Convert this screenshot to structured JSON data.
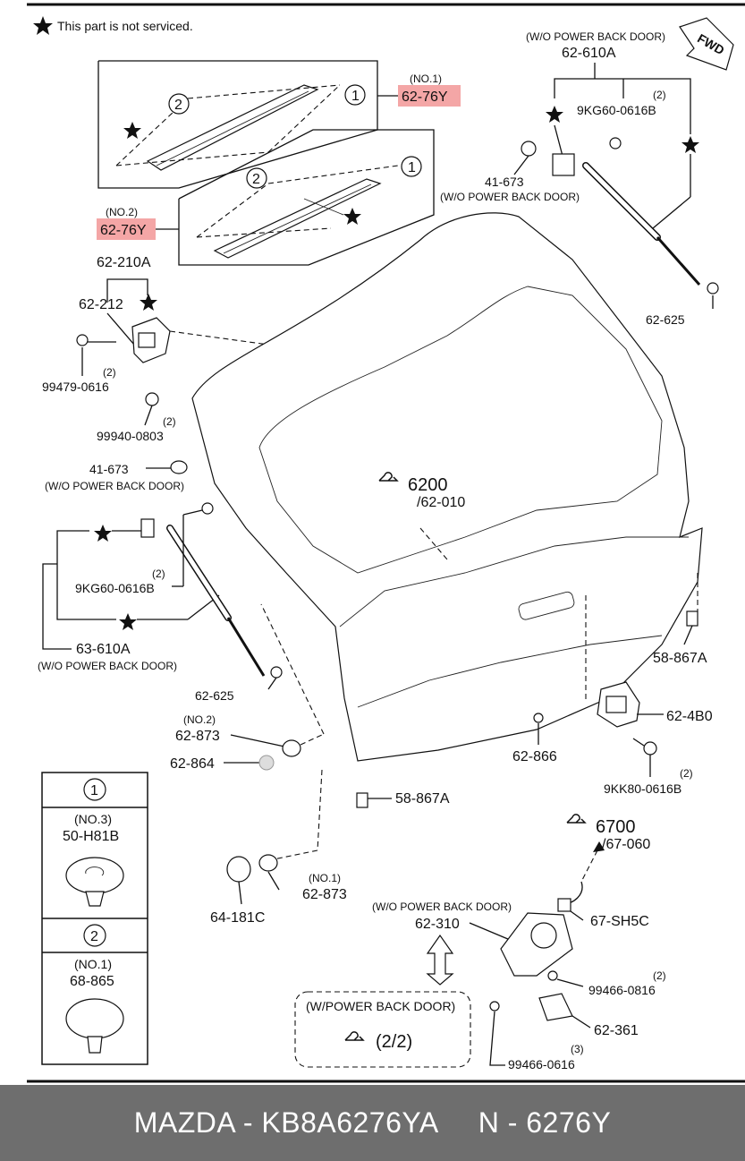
{
  "header": {
    "legend_note": "This part is not serviced."
  },
  "fwd_label": "FWD",
  "callouts": {
    "no1_label": "(NO.1)",
    "no1_part": "62-76Y",
    "no2_label": "(NO.2)",
    "no2_part": "62-76Y",
    "circle1": "1",
    "circle2": "2",
    "wo_power_top": "(W/O POWER BACK DOOR)",
    "p_62_610A": "62-610A",
    "qty2_top": "(2)",
    "p_9KG60_top": "9KG60-0616B",
    "p_41_673_top": "41-673",
    "wo_power_41": "(W/O POWER BACK DOOR)",
    "p_62_625_right": "62-625",
    "p_62_210A": "62-210A",
    "p_62_212": "62-212",
    "qty2_99479": "(2)",
    "p_99479": "99479-0616",
    "qty2_99940": "(2)",
    "p_99940": "99940-0803",
    "p_41_673_left": "41-673",
    "wo_power_41_left": "(W/O POWER BACK DOOR)",
    "ref_6200": "6200",
    "ref_62_010": "/62-010",
    "qty2_left": "(2)",
    "p_9KG60_left": "9KG60-0616B",
    "p_63_610A": "63-610A",
    "wo_power_63": "(W/O POWER BACK DOOR)",
    "p_62_625_left": "62-625",
    "no2_873": "(NO.2)",
    "p_62_873_a": "62-873",
    "p_62_864": "62-864",
    "p_58_867A_right": "58-867A",
    "p_62_4B0": "62-4B0",
    "p_62_866": "62-866",
    "qty2_9KK": "(2)",
    "p_9KK80": "9KK80-0616B",
    "p_58_867A_mid": "58-867A",
    "ref_6700": "6700",
    "ref_67_060": "/67-060",
    "p_64_181C": "64-181C",
    "no1_873": "(NO.1)",
    "p_62_873_b": "62-873",
    "wo_power_310": "(W/O POWER BACK DOOR)",
    "p_62_310": "62-310",
    "p_67_SH5C": "67-SH5C",
    "qty2_99466": "(2)",
    "p_99466_0816": "99466-0816",
    "p_62_361": "62-361",
    "qty3_99466": "(3)",
    "p_99466_0616": "99466-0616",
    "power_box_title": "(W/POWER BACK DOOR)",
    "power_box_ref": "(2/2)"
  },
  "legend_table": {
    "row1_num": "1",
    "row1_no": "(NO.3)",
    "row1_part": "50-H81B",
    "row2_num": "2",
    "row2_no": "(NO.1)",
    "row2_part": "68-865"
  },
  "footer": {
    "brand_part": "MAZDA - KB8A6276YA",
    "short_part": "N - 6276Y"
  }
}
